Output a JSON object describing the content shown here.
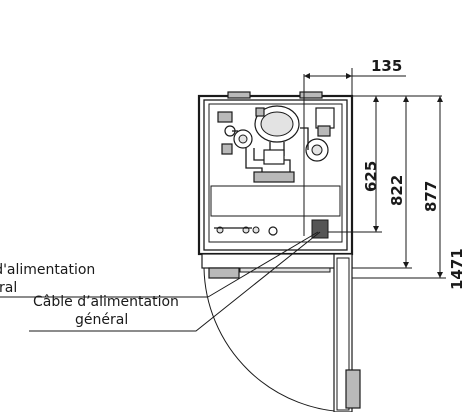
{
  "dimensions": {
    "d135": "135",
    "d625": "625",
    "d822": "822",
    "d877": "877",
    "d1471": "1471"
  },
  "labels": {
    "cable_left_line1": "Câble d'alimentation",
    "cable_left_line2": "général",
    "cable_right_line1": "Câble d’alimentation",
    "cable_right_line2": "général"
  }
}
